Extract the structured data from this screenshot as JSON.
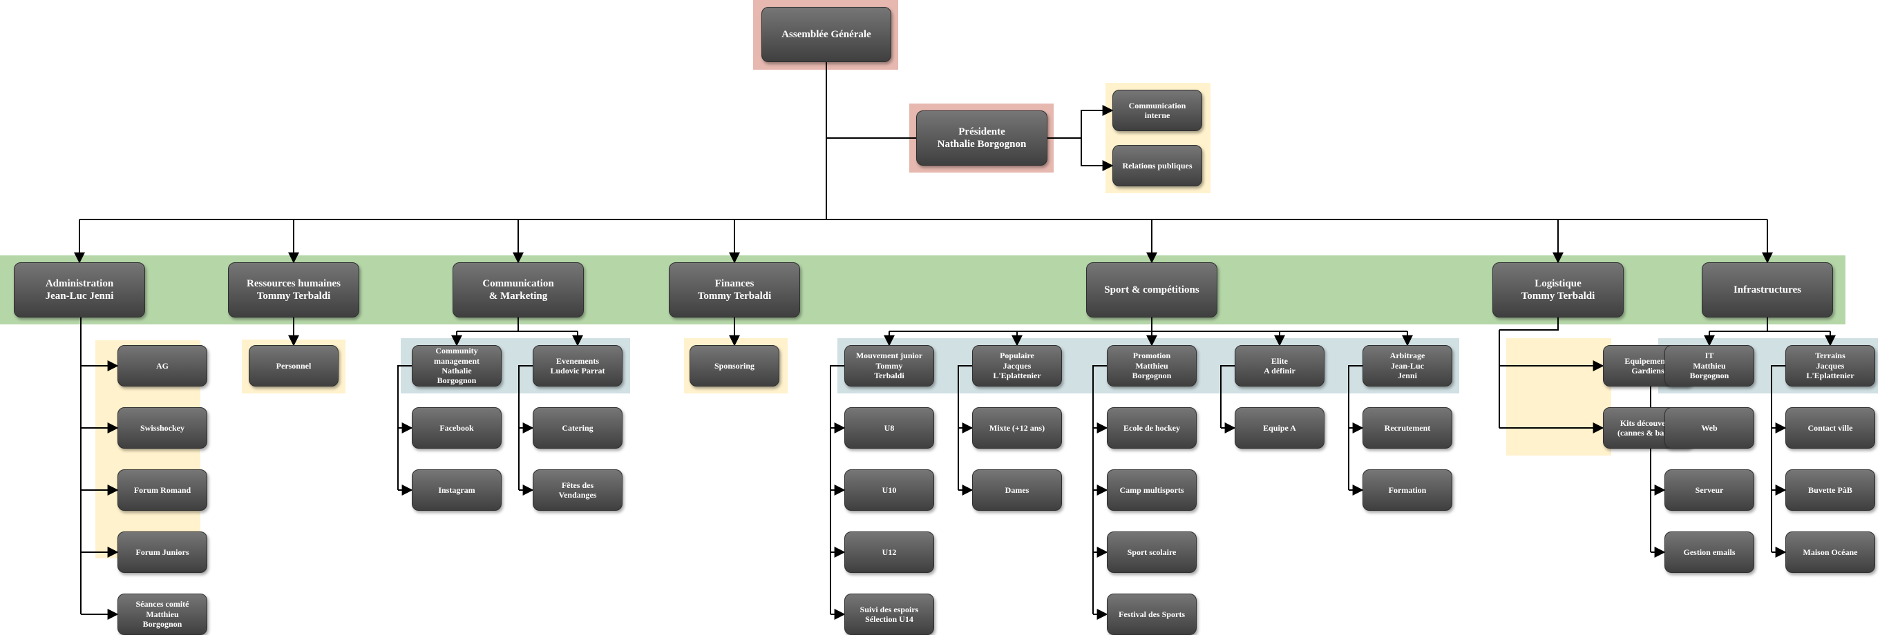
{
  "chart": {
    "root": "Assemblée Générale",
    "president": "Présidente\nNathalie Borgognon",
    "president_staff": [
      "Communication\ninterne",
      "Relations publiques"
    ],
    "departments": [
      {
        "label": "Administration\nJean-Luc Jenni",
        "items": [
          "AG",
          "Swisshockey",
          "Forum Romand",
          "Forum Juniors",
          "Séances comité\nMatthieu\nBorgognon"
        ]
      },
      {
        "label": "Ressources humaines\nTommy Terbaldi",
        "items": [
          "Personnel"
        ]
      },
      {
        "label": "Communication\n& Marketing",
        "groups": [
          {
            "label": "Community\nmanagement\nNathalie\nBorgognon",
            "items": [
              "Facebook",
              "Instagram"
            ]
          },
          {
            "label": "Evenements\nLudovic Parrat",
            "items": [
              "Catering",
              "Fêtes des\nVendanges"
            ]
          }
        ]
      },
      {
        "label": "Finances\nTommy Terbaldi",
        "items": [
          "Sponsoring"
        ]
      },
      {
        "label": "Sport & compétitions",
        "groups": [
          {
            "label": "Mouvement junior\nTommy\nTerbaldi",
            "items": [
              "U8",
              "U10",
              "U12",
              "Suivi des espoirs\nSélection U14"
            ]
          },
          {
            "label": "Populaire\nJacques\nL'Eplattenier",
            "items": [
              "Mixte (+12 ans)",
              "Dames"
            ]
          },
          {
            "label": "Promotion\nMatthieu\nBorgognon",
            "items": [
              "Ecole de hockey",
              "Camp multisports",
              "Sport scolaire",
              "Festival des Sports"
            ]
          },
          {
            "label": "Elite\nA définir",
            "items": [
              "Equipe A"
            ]
          },
          {
            "label": "Arbitrage\nJean-Luc\nJenni",
            "items": [
              "Recrutement",
              "Formation"
            ]
          }
        ]
      },
      {
        "label": "Logistique\nTommy Terbaldi",
        "items": [
          "Equipements\nGardiens",
          "Kits découverte\n(cannes & balles)"
        ]
      },
      {
        "label": "Infrastructures",
        "groups": [
          {
            "label": "IT\nMatthieu\nBorgognon",
            "items": [
              "Web",
              "Serveur",
              "Gestion emails"
            ]
          },
          {
            "label": "Terrains\nJacques\nL'Eplattenier",
            "items": [
              "Contact ville",
              "Buvette PàB",
              "Maison Océane"
            ]
          }
        ]
      }
    ]
  },
  "colors": {
    "band_green": "#b5d7a8",
    "band_yellow": "#fff2cc",
    "band_blue": "#d0e0e3",
    "band_red": "#e6b8af",
    "line": "#000000"
  }
}
